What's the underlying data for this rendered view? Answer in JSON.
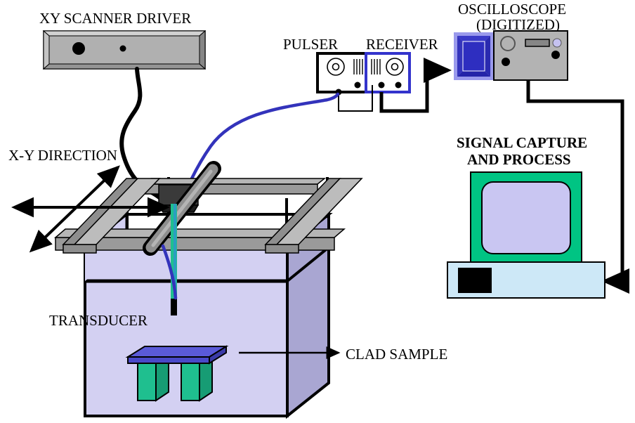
{
  "diagram": {
    "title": "Ultrasonic C-scan immersion inspection setup",
    "labels": {
      "xy_scanner_driver": "XY SCANNER DRIVER",
      "pulser": "PULSER",
      "receiver": "RECEIVER",
      "oscilloscope_line1": "OSCILLOSCOPE",
      "oscilloscope_line2": "(DIGITIZED)",
      "signal_capture_line1": "SIGNAL CAPTURE",
      "signal_capture_line2": "AND PROCESS",
      "xy_direction": "X-Y DIRECTION",
      "transducer": "TRANSDUCER",
      "clad_sample": "CLAD SAMPLE"
    },
    "colors": {
      "panel_gray": "#b3b3b3",
      "panel_gray_light": "#c8c8c8",
      "panel_gray_dark": "#8c8c8c",
      "rail_gray": "#a0a0a0",
      "rail_top": "#bdbdbd",
      "rail_side": "#6e6e6e",
      "water_lavender": "#d3d0f2",
      "water_side": "#a9a6d2",
      "monitor_green": "#00c483",
      "screen_lavender": "#c9c6f2",
      "keyboard_blue": "#cde8f7",
      "scope_screen_blue": "#2e2ec0",
      "scope_bezel_blue": "#9a9aec",
      "cable_blue": "#3333bb",
      "receiver_outline_blue": "#3333cc",
      "sample_plate_blue": "#4949c8",
      "sample_plate_top": "#5a5ad8",
      "sample_leg_teal": "#1fbf8f",
      "transducer_teal": "#1fbf8f",
      "black": "#000000",
      "white": "#ffffff"
    },
    "components": {
      "xy_scanner_driver": {
        "knob_large": "knob",
        "knob_small": "knob"
      },
      "pulser_unit": {
        "connector": "bnc-connector",
        "vents": "vent-lines",
        "terminals": 1
      },
      "receiver_unit": {
        "connector": "bnc-connector",
        "vents": "vent-lines",
        "terminals": 2
      },
      "oscilloscope": {
        "screen": "crt-screen",
        "knob": "knob",
        "display_strip": "readout",
        "indicator": "led",
        "terminals": 2
      },
      "computer": {
        "monitor": "crt-monitor",
        "keyboard": "keyboard",
        "key_block": "key-block"
      },
      "tank": {
        "contents": "water",
        "sample": "clad-sample",
        "supports": 2
      },
      "gantry": {
        "rails": 2,
        "carriage": 1,
        "arm": 1
      },
      "transducer_probe": {
        "tip": "probe-tip"
      }
    }
  }
}
